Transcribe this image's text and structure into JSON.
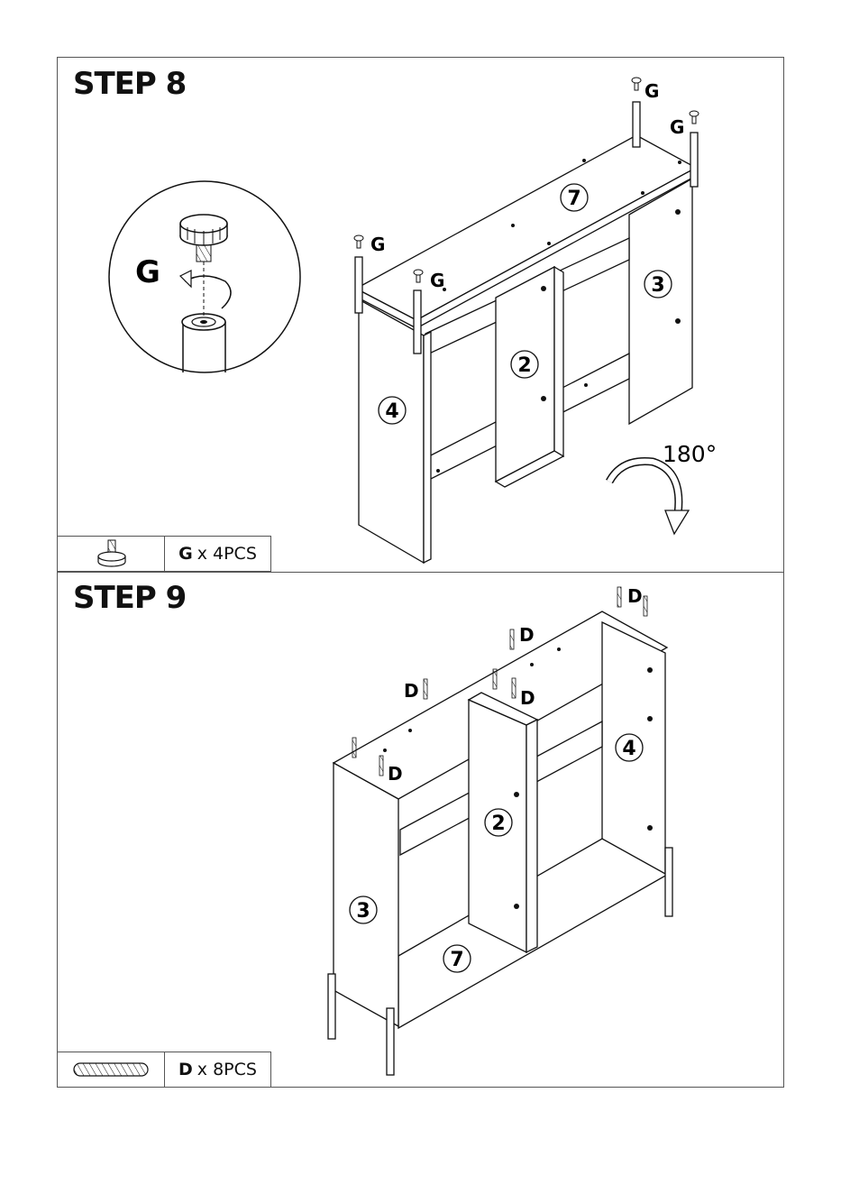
{
  "steps": [
    {
      "title": "STEP 8",
      "part_letter": "G",
      "part_qty": "x 4PCS",
      "detail_label": "G",
      "callouts": [
        "G",
        "G",
        "G",
        "G"
      ],
      "panel_numbers": [
        "7",
        "3",
        "2",
        "4"
      ],
      "rotation": "180°"
    },
    {
      "title": "STEP 9",
      "part_letter": "D",
      "part_qty": "x 8PCS",
      "callouts": [
        "D",
        "D",
        "D",
        "D",
        "D"
      ],
      "panel_numbers": [
        "4",
        "2",
        "3",
        "7"
      ]
    }
  ],
  "icons": {
    "step8_part": "leveling-foot-icon",
    "step9_part": "wooden-dowel-icon",
    "rotate": "rotate-arrow-icon"
  }
}
